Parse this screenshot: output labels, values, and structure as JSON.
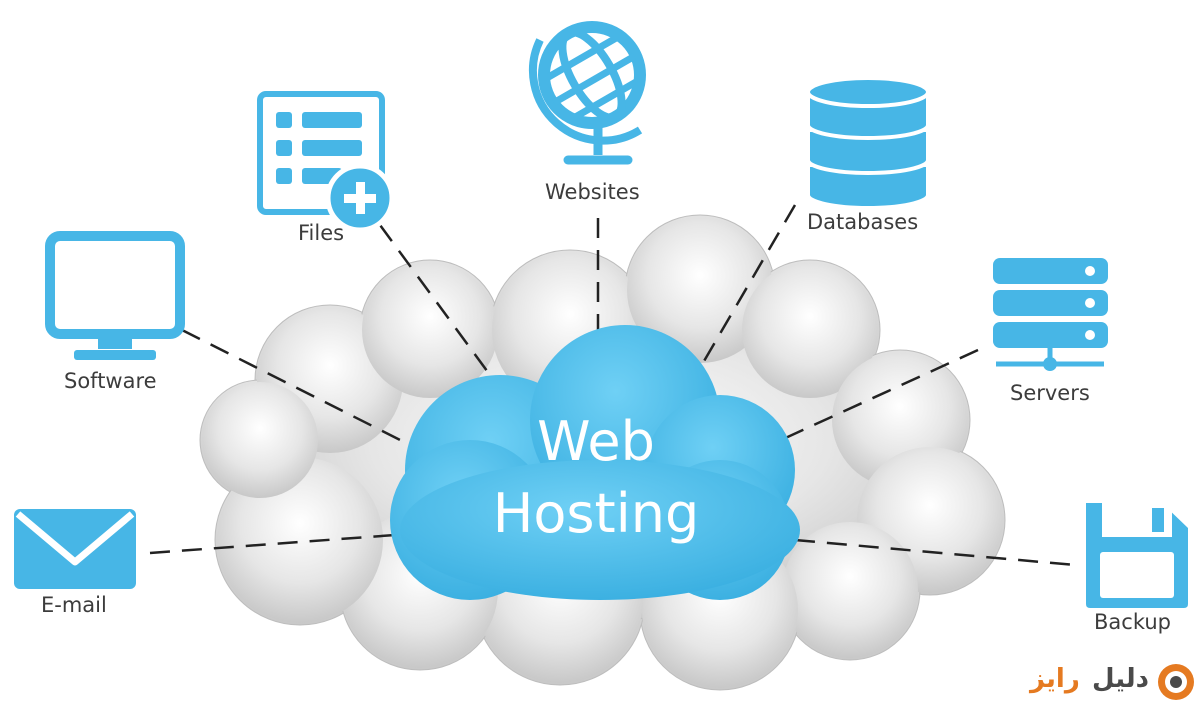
{
  "diagram": {
    "center": {
      "line1": "Web",
      "line2": "Hosting"
    },
    "nodes": [
      {
        "id": "websites",
        "label": "Websites",
        "icon": "globe-icon"
      },
      {
        "id": "files",
        "label": "Files",
        "icon": "files-add-icon"
      },
      {
        "id": "databases",
        "label": "Databases",
        "icon": "database-icon"
      },
      {
        "id": "software",
        "label": "Software",
        "icon": "monitor-icon"
      },
      {
        "id": "servers",
        "label": "Servers",
        "icon": "server-rack-icon"
      },
      {
        "id": "email",
        "label": "E-mail",
        "icon": "envelope-icon"
      },
      {
        "id": "backup",
        "label": "Backup",
        "icon": "floppy-disk-icon"
      }
    ]
  },
  "watermark": {
    "word1": "دليل",
    "word2": "رايز",
    "icon": "logo-badge-icon"
  },
  "colors": {
    "accent_blue": "#47b6e6",
    "center_cloud": "#52c2ee",
    "gray_cloud": "#dcdcdc",
    "label_text": "#3c3c3c",
    "watermark_dark": "#4a4a4a",
    "watermark_orange": "#e57a21"
  }
}
